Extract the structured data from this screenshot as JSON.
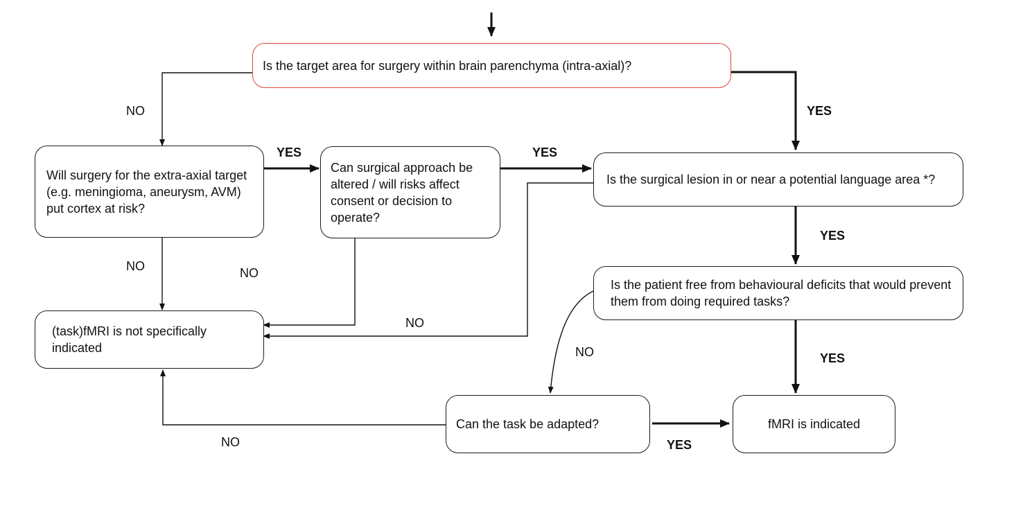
{
  "nodes": {
    "q_intra_axial": "Is the target area for surgery within brain parenchyma (intra-axial)?",
    "q_extra_axial": "Will surgery for the extra-axial target (e.g. meningioma, aneurysm, AVM) put cortex at risk?",
    "q_approach": "Can surgical approach be altered / will risks affect consent or decision to operate?",
    "q_language": "Is the surgical lesion in or near a potential language area *?",
    "q_behaviour": "Is the patient free from behavioural deficits that would prevent them from doing required tasks?",
    "r_not_indicated": "(task)fMRI is not specifically indicated",
    "q_adapt": "Can the task be adapted?",
    "r_indicated": "fMRI is indicated"
  },
  "labels": {
    "intra_no": "NO",
    "intra_yes": "YES",
    "extra_yes": "YES",
    "approach_yes": "YES",
    "extra_no": "NO",
    "approach_no": "NO",
    "language_no": "NO",
    "language_yes": "YES",
    "behaviour_no": "NO",
    "behaviour_yes": "YES",
    "adapt_no": "NO",
    "adapt_yes": "YES"
  },
  "colors": {
    "start_border": "#d9473a",
    "line": "#111111"
  }
}
